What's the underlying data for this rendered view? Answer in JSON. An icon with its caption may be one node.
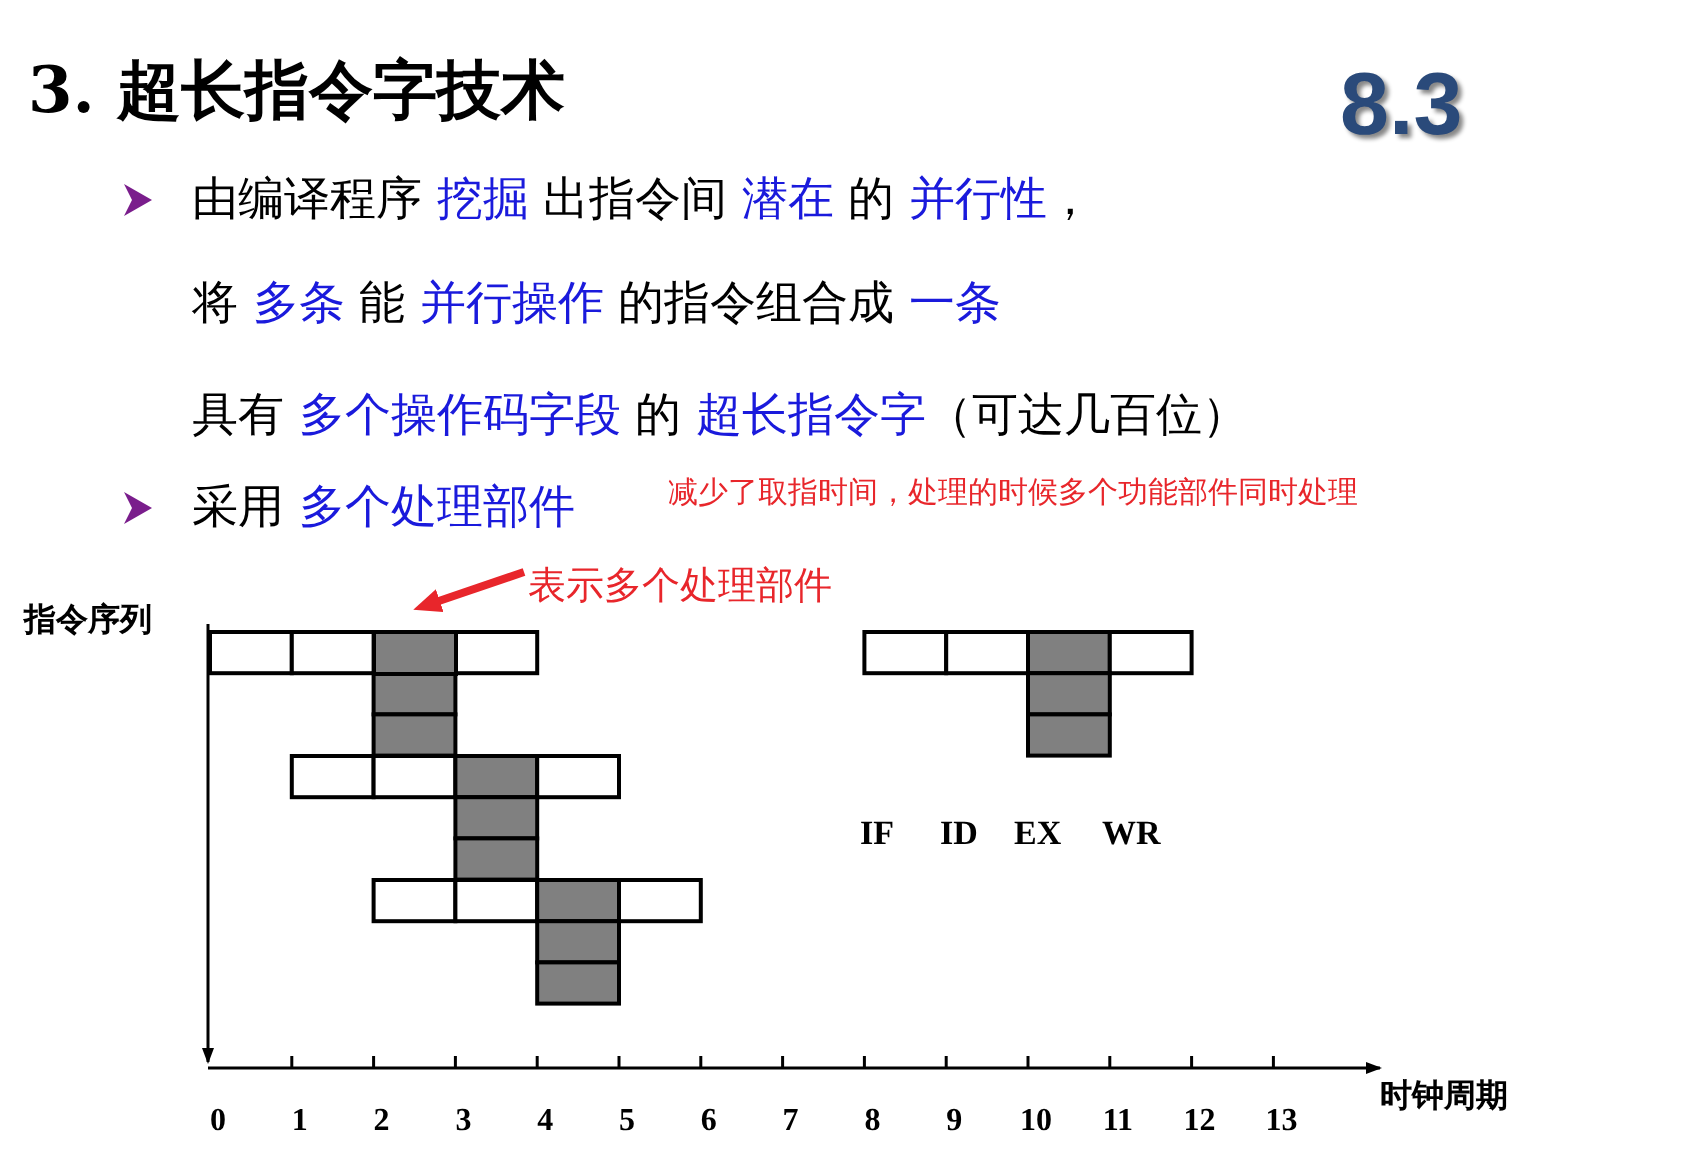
{
  "diagram": {
    "nodes": [
      {
        "text": [
          "表示多个处理部件"
        ]
      },
      {
        "text": [],
        "shape": "box"
      }
    ],
    "edges": [
      {
        "from": 0,
        "to": 1,
        "arrow": "to",
        "color": "#e8262b"
      }
    ],
    "labels": [
      "3. 超长指令字技术",
      "8.3",
      "由编译程序 *挖掘* 出指令间 *潜在* 的 *并行性*，",
      "将 *多条* 能 *并行操作* 的指令组合成 *一条*",
      "具有 *多个操作码字段* 的 *超长指令字*（可达几百位）",
      "采用 *多个处理部件*",
      "减少了取指时间，处理的时候多个功能部件同时处理",
      "指令序列",
      "IF",
      "ID",
      "EX",
      "WR",
      "时钟周期",
      "0",
      "1",
      "2",
      "3",
      "4",
      "5",
      "6",
      "7",
      "8",
      "9",
      "10",
      "11",
      "12",
      "13"
    ]
  }
}
